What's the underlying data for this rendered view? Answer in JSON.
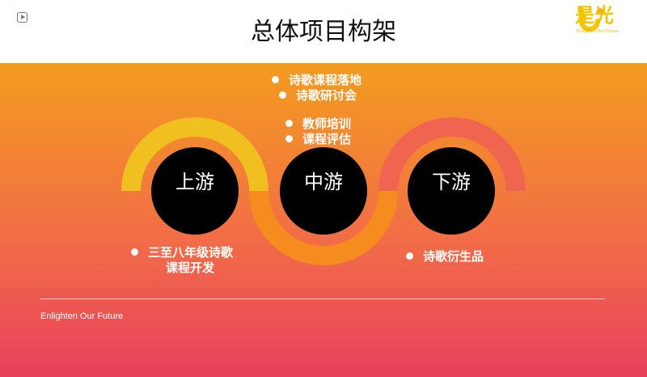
{
  "header": {
    "title": "总体项目构架",
    "play_icon": "play-icon"
  },
  "logo": {
    "text": "是光",
    "subtitle": "Enlighten Our Future"
  },
  "colors": {
    "upstream_arc": "#f0c020",
    "midstream_arc": "#f68b1f",
    "downstream_arc": "#f0654f",
    "node": "#000000"
  },
  "nodes": [
    {
      "label": "上游"
    },
    {
      "label": "中游"
    },
    {
      "label": "下游"
    }
  ],
  "bullets": {
    "mid_top": [
      "诗歌课程落地",
      "诗歌研讨会"
    ],
    "mid_lower": [
      "教师培训",
      "课程评估"
    ],
    "upstream": [
      "三至八年级诗歌",
      "课程开发"
    ],
    "downstream": [
      "诗歌衍生品"
    ]
  },
  "footer": {
    "text": "Enlighten Our Future"
  }
}
